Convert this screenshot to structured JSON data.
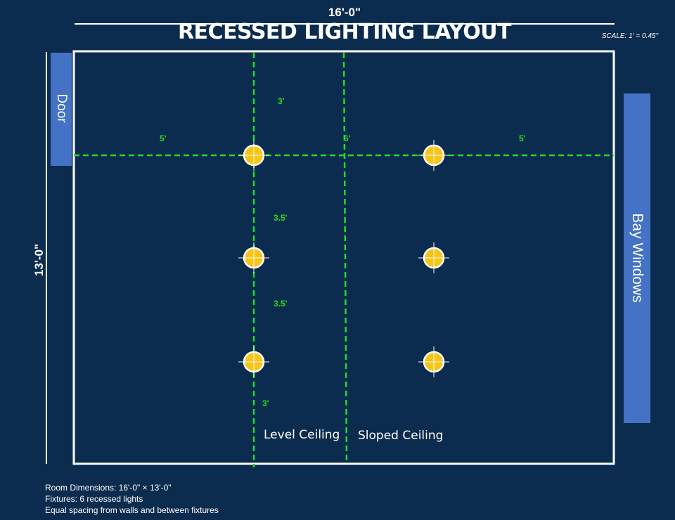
{
  "title": "RECESSED LIGHTING LAYOUT",
  "scale": "SCALE: 1' = 0.45\"",
  "dimensions": {
    "width": "16'-0\"",
    "height": "13'-0\""
  },
  "labels": {
    "door": "Door",
    "bay_windows": "Bay Windows",
    "level_ceiling": "Level Ceiling",
    "sloped_ceiling": "Sloped Ceiling"
  },
  "spacing": {
    "left_wall": "5'",
    "between_columns": "6'",
    "right_wall": "5'",
    "top_wall": "3'",
    "row_gap_1": "3.5'",
    "row_gap_2": "3.5'",
    "bottom_wall": "3'"
  },
  "fixtures": [
    {
      "column": 1,
      "row": 1
    },
    {
      "column": 2,
      "row": 1
    },
    {
      "column": 1,
      "row": 2
    },
    {
      "column": 2,
      "row": 2
    },
    {
      "column": 1,
      "row": 3
    },
    {
      "column": 2,
      "row": 3
    }
  ],
  "notes": [
    "Room Dimensions: 16'-0\" × 13'-0\"",
    "Fixtures: 6 recessed lights",
    "Equal spacing from walls and between fixtures"
  ],
  "colors": {
    "background": "#0b2c4e",
    "guide": "#22dd22",
    "fixture": "#f5c518",
    "opening": "#4472c4"
  }
}
